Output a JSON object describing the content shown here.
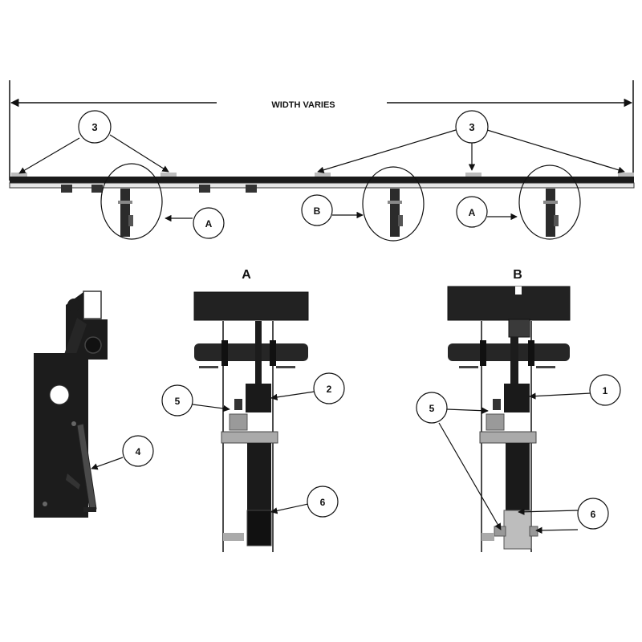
{
  "title": "WIDTH VARIES",
  "callouts": {
    "c3": "3",
    "c2": "2",
    "c1": "1",
    "c4": "4",
    "c5": "5",
    "c6": "6",
    "cA": "A",
    "cB": "B"
  },
  "views": {
    "a": "A",
    "b": "B"
  },
  "colors": {
    "ink": "#111111",
    "steel": "#2b2b2b",
    "highlight": "#bdbdbd"
  }
}
